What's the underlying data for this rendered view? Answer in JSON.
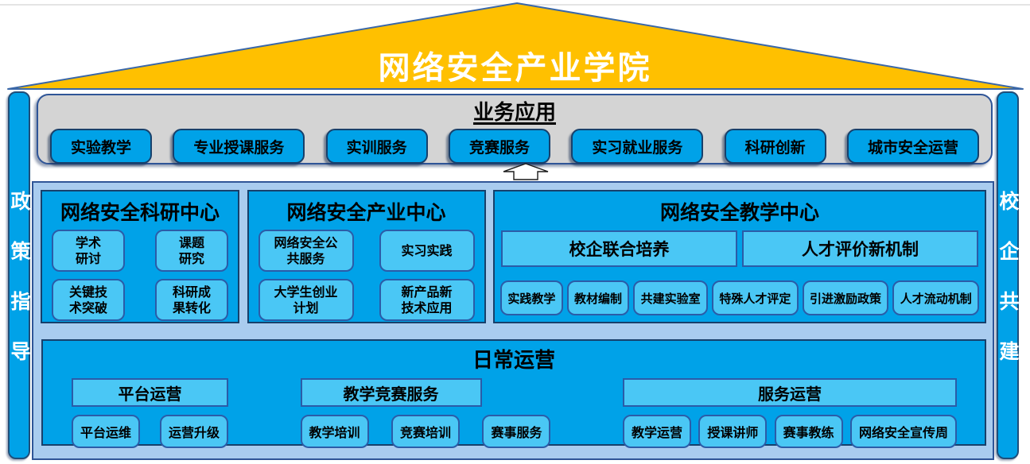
{
  "roof": {
    "title": "网络安全产业学院"
  },
  "pillars": {
    "left": "政策指导",
    "right": "校企共建"
  },
  "apps": {
    "title": "业务应用",
    "items": [
      "实验教学",
      "专业授课服务",
      "实训服务",
      "竞赛服务",
      "实习就业服务",
      "科研创新",
      "城市安全运营"
    ]
  },
  "centers": [
    {
      "title": "网络安全科研中心",
      "items": [
        "学术\n研讨",
        "课题\n研究",
        "关键技\n术突破",
        "科研成\n果转化"
      ]
    },
    {
      "title": "网络安全产业中心",
      "items": [
        "网络安全公\n共服务",
        "实习实践",
        "大学生创业\n计划",
        "新产品新\n技术应用"
      ]
    },
    {
      "title": "网络安全教学中心",
      "headers": [
        "校企联合培养",
        "人才评价新机制"
      ],
      "items": [
        "实践教学",
        "教材编制",
        "共建实验室",
        "特殊人才评定",
        "引进激励政策",
        "人才流动机制"
      ]
    }
  ],
  "daily": {
    "title": "日常运营",
    "groups": [
      {
        "header": "平台运营",
        "items": [
          "平台运维",
          "运营升级"
        ]
      },
      {
        "header": "教学竞赛服务",
        "items": [
          "教学培训",
          "竞赛培训",
          "赛事服务"
        ]
      },
      {
        "header": "服务运营",
        "items": [
          "教学运营",
          "授课讲师",
          "赛事教练",
          "网络安全宣传周"
        ]
      }
    ]
  },
  "colors": {
    "roof_fill": "#FFC000",
    "azure": "#00A2E8",
    "sky_light": "#4AC7F5",
    "panel_light": "#A9CCEF",
    "apps_gray": "#D4D4D4",
    "border_navy": "#17406B",
    "border_blue": "#2F5597",
    "roof_title_text": "#FFFFFF",
    "box_text": "#000000"
  }
}
